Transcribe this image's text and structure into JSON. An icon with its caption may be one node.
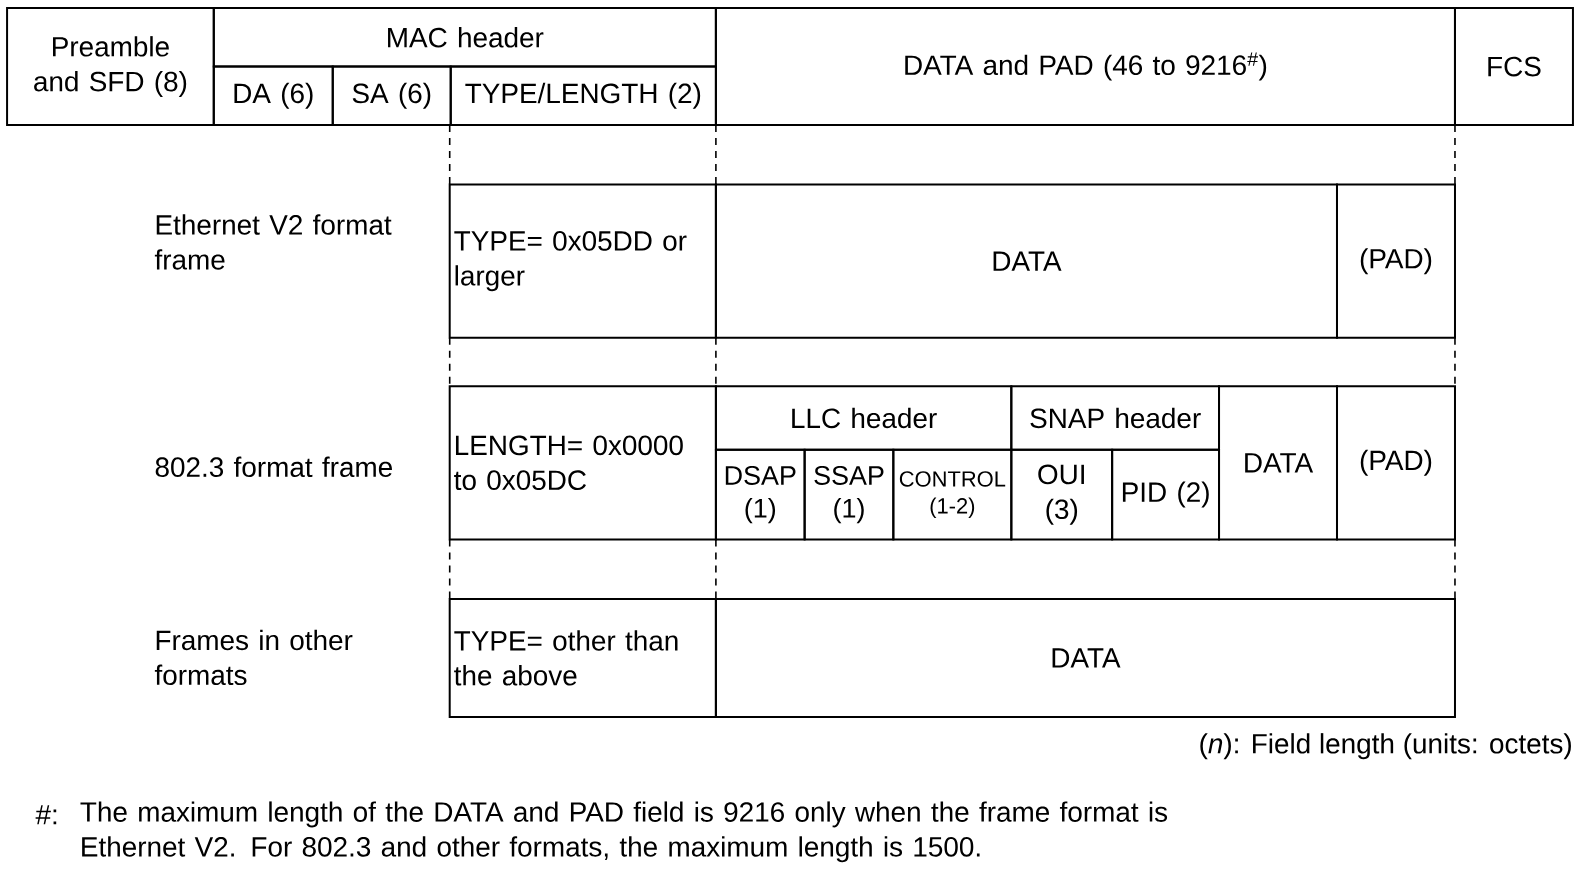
{
  "diagram": {
    "nodes": [
      {
        "text": [
          "Preamble and SFD (8)"
        ]
      },
      {
        "text": [
          "MAC header"
        ]
      },
      {
        "text": [
          "DA (6)"
        ]
      },
      {
        "text": [
          "SA (6)"
        ]
      },
      {
        "text": [
          "TYPE/LENGTH (2)"
        ]
      },
      {
        "text": [
          "DATA and PAD (46 to 9216$^{#}$)"
        ]
      },
      {
        "text": [
          "FCS"
        ]
      },
      {
        "text": [
          "TYPE= 0x05DD or larger"
        ]
      },
      {
        "text": [
          "DATA"
        ]
      },
      {
        "text": [
          "(PAD)"
        ]
      },
      {
        "text": [
          "LENGTH= 0x0000 to 0x05DC"
        ]
      },
      {
        "text": [
          "LLC header"
        ]
      },
      {
        "text": [
          "SNAP header"
        ]
      },
      {
        "text": [
          "DATA"
        ]
      },
      {
        "text": [
          "(PAD)"
        ]
      },
      {
        "text": [
          "DSAP (1)"
        ]
      },
      {
        "text": [
          "SSAP (1)"
        ]
      },
      {
        "text": [
          "CONTROL (1-2)"
        ]
      },
      {
        "text": [
          "OUI (3)"
        ]
      },
      {
        "text": [
          "PID (2)"
        ]
      },
      {
        "text": [
          "TYPE= other than the above"
        ]
      },
      {
        "text": [
          "DATA"
        ]
      }
    ],
    "labels": [
      "Ethernet V2 format frame",
      "802.3 format frame",
      "Frames in other formats",
      "(*n*): Field length (units: octets)",
      "#:",
      "The maximum length of the DATA and PAD field is 9216 only when the frame format is Ethernet V2. For 802.3 and other formats, the maximum length is 1500."
    ]
  }
}
